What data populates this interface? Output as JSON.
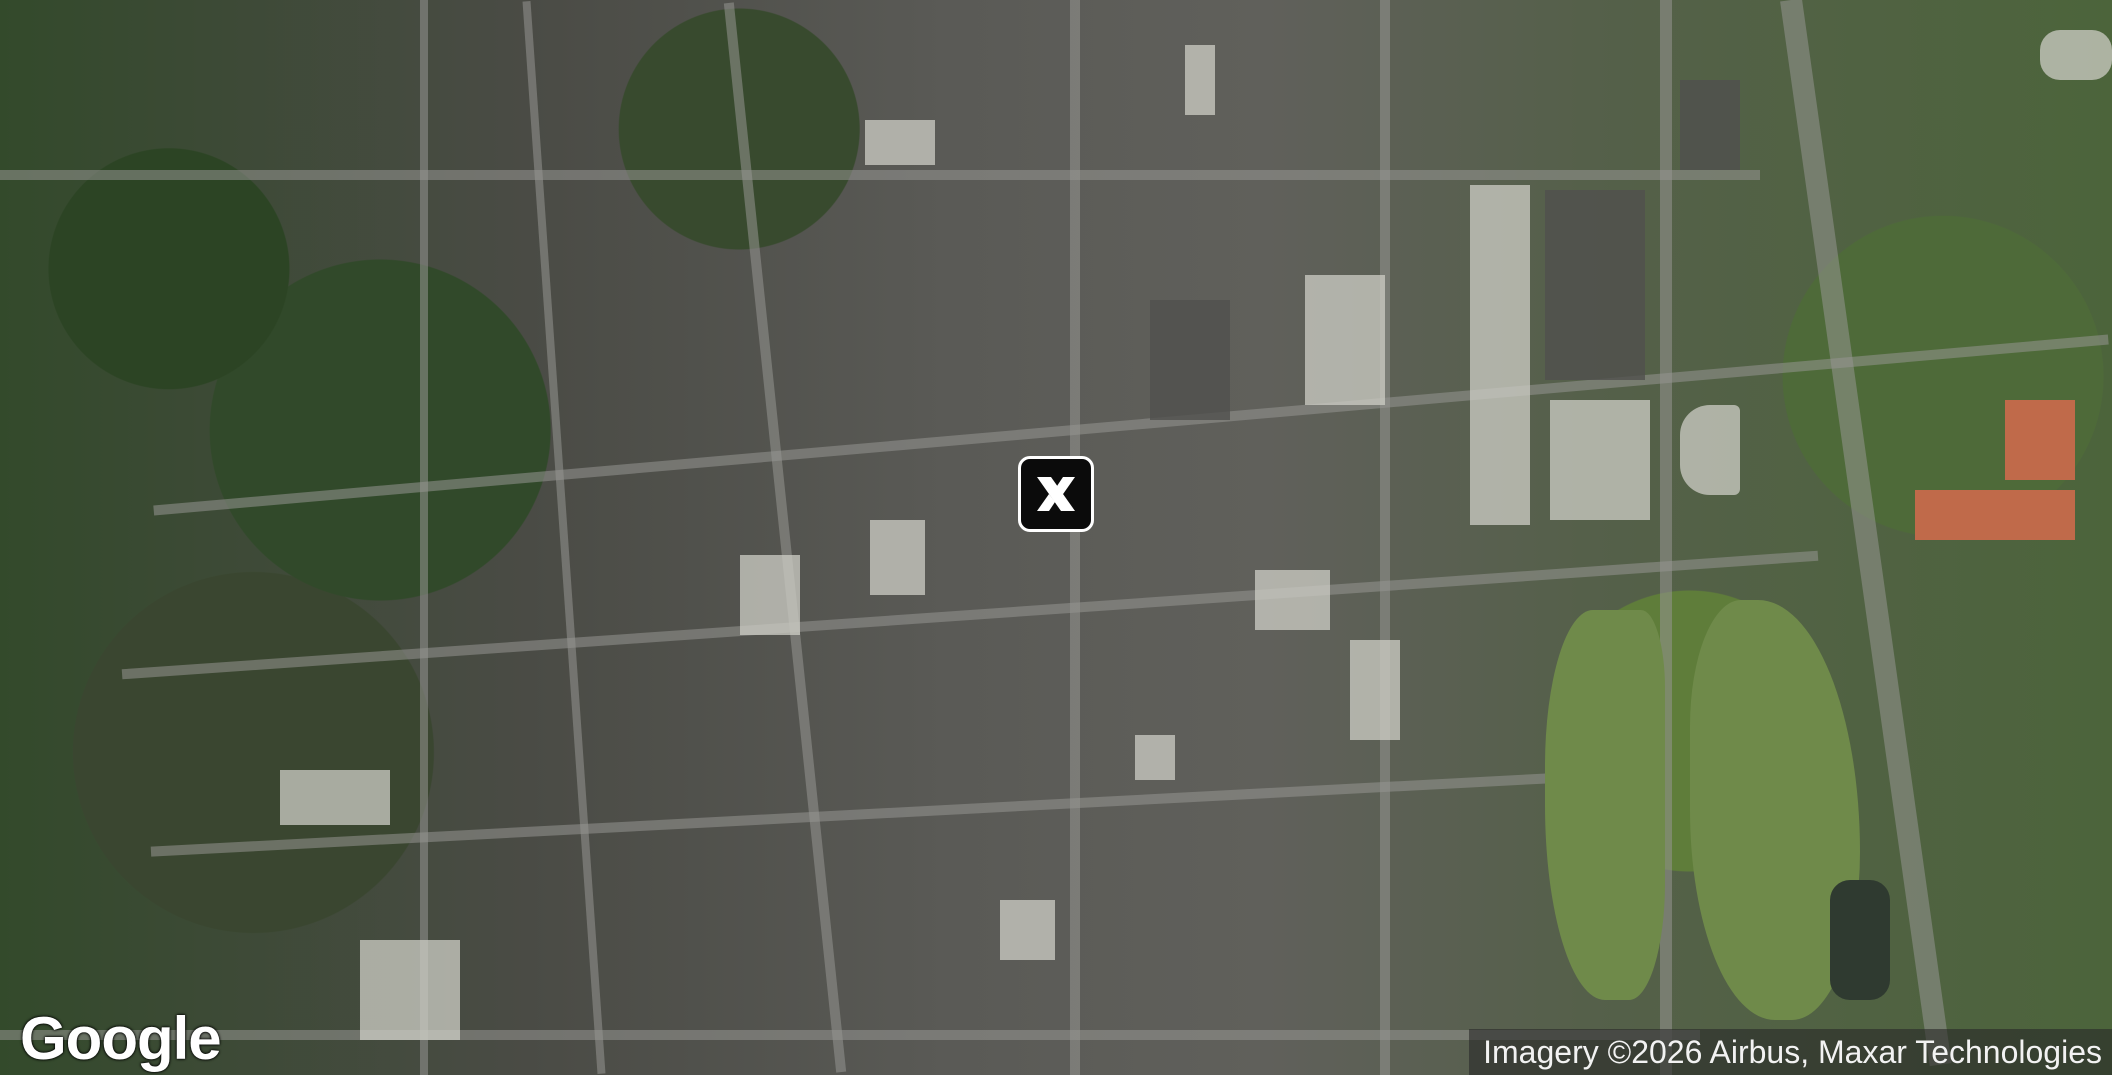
{
  "map": {
    "type": "satellite",
    "logo_text": "Google",
    "attribution": "Imagery ©2026 Airbus, Maxar Technologies",
    "marker_icon": "x-logo-icon",
    "colors": {
      "marker_bg": "#0b0b0b",
      "marker_border": "#ffffff"
    }
  }
}
